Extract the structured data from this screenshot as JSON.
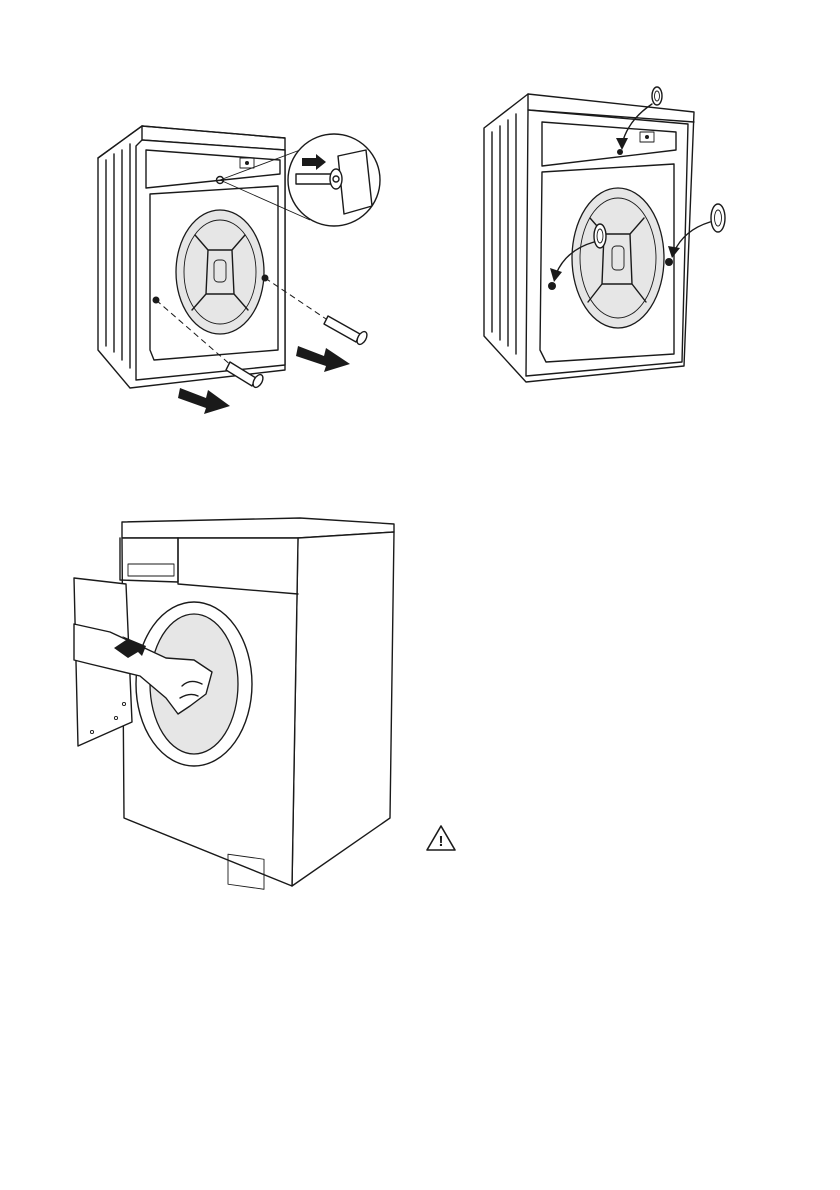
{
  "figures": [
    {
      "id": "remove-transit-bolts",
      "icons": [
        "bolt-removal-icon",
        "arrow-icon"
      ]
    },
    {
      "id": "insert-plastic-caps",
      "icons": [
        "plastic-cap-icon",
        "curved-arrow-icon"
      ]
    },
    {
      "id": "remove-polystyrene-block",
      "icons": [
        "hand-icon",
        "push-arrow-icon"
      ]
    }
  ],
  "warning": {
    "icon": "warning-triangle-icon",
    "symbol": "!"
  },
  "colors": {
    "line": "#1a1a1a",
    "fill": "#ffffff",
    "drum": "#e6e6e6"
  }
}
